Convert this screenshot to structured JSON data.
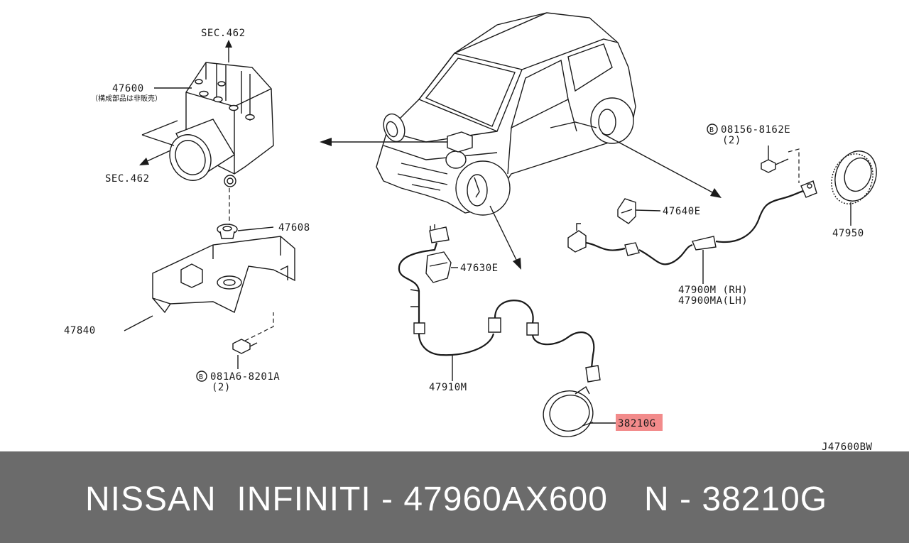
{
  "diagram": {
    "code": "J47600BW",
    "labels": {
      "sec_top": "SEC.462",
      "sec_left": "SEC.462",
      "p47600": "47600",
      "p47600_note": "（構成部品は非販売）",
      "p47608": "47608",
      "p47840": "47840",
      "bolt_left": "081A6-8201A",
      "bolt_left_qty": "(2)",
      "bolt_right": "08156-8162E",
      "bolt_right_qty": "(2)",
      "bolt_mark": "B",
      "p47630e": "47630E",
      "p47640e": "47640E",
      "p47910m": "47910M",
      "p47900m": "47900M (RH)",
      "p47900ma": "47900MA(LH)",
      "p47950": "47950",
      "p38210g": "38210G"
    },
    "highlight_color": "#f28b8b"
  },
  "footer": {
    "title": "NISSAN  INFINITI - 47960AX600",
    "part_code": "N - 38210G",
    "background": "#6b6b6b"
  }
}
